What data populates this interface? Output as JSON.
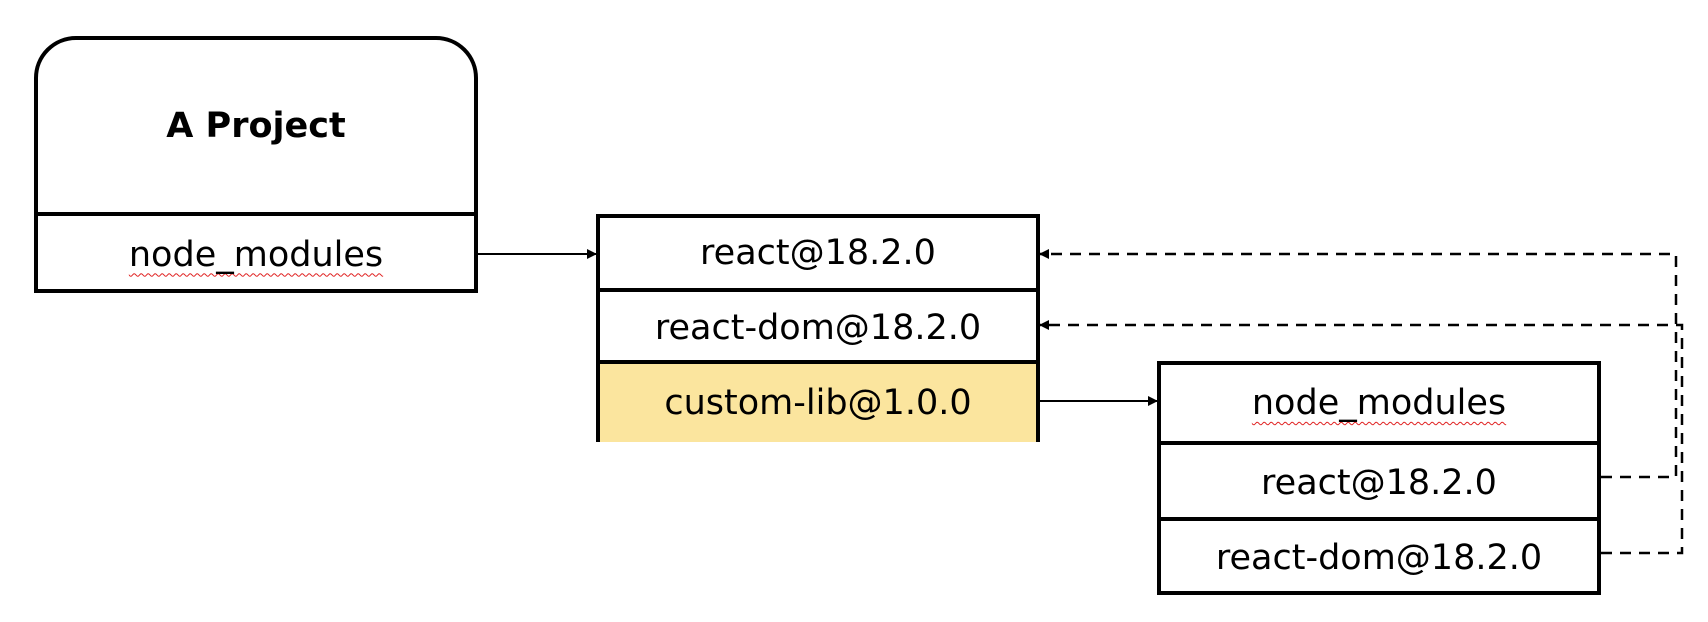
{
  "project": {
    "title": "A Project",
    "node_modules_label": "node_modules"
  },
  "root_modules": {
    "items": [
      {
        "label": "react@18.2.0"
      },
      {
        "label": "react-dom@18.2.0"
      },
      {
        "label": "custom-lib@1.0.0"
      }
    ]
  },
  "custom_lib_modules": {
    "header_label": "node_modules",
    "items": [
      {
        "label": "react@18.2.0"
      },
      {
        "label": "react-dom@18.2.0"
      }
    ]
  },
  "colors": {
    "highlight": "#fbe59e",
    "line": "#000000",
    "spellcheck_squiggle": "#e02020"
  }
}
